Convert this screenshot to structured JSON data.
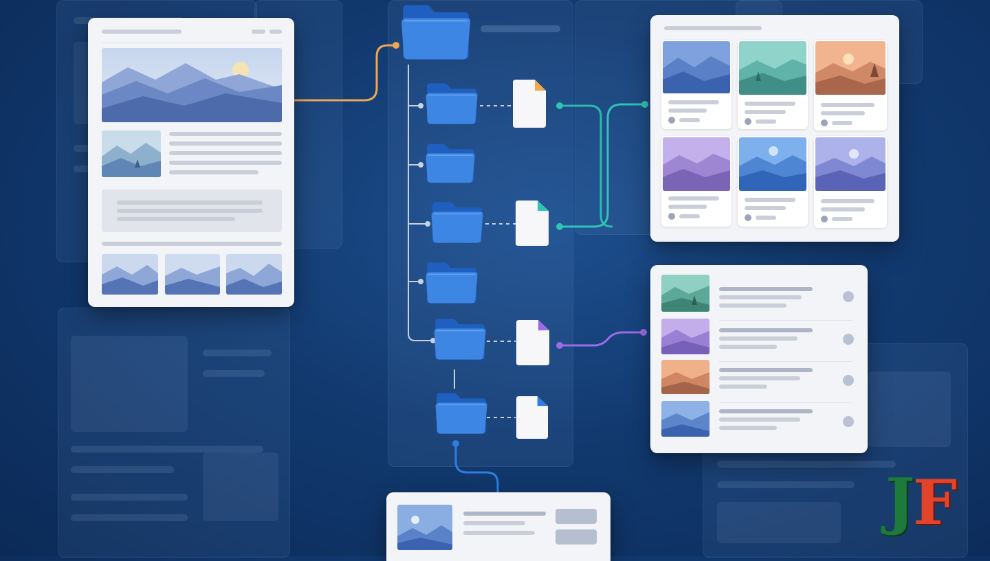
{
  "logo": {
    "letter_1": "J",
    "letter_2": "F",
    "color_1": "#1e7a3a",
    "color_2": "#e2432a"
  },
  "colors": {
    "background": "#123a70",
    "connector_orange": "#f0a850",
    "connector_teal": "#2ec4b6",
    "connector_purple": "#9b6bea",
    "connector_blue": "#2f7de1",
    "folder": "#3b82e0",
    "card": "#f3f4f7"
  },
  "diagram": {
    "root_folder": {
      "icon": "folder-icon"
    },
    "tree": [
      {
        "type": "folder",
        "icon": "folder-icon",
        "file": {
          "icon": "file-icon",
          "accent": "orange"
        },
        "links_to": "gallery-panel"
      },
      {
        "type": "folder",
        "icon": "folder-icon"
      },
      {
        "type": "folder",
        "icon": "folder-icon",
        "file": {
          "icon": "file-icon",
          "accent": "teal"
        },
        "links_to": "gallery-panel"
      },
      {
        "type": "folder",
        "icon": "folder-icon"
      },
      {
        "type": "folder",
        "icon": "folder-icon",
        "file": {
          "icon": "file-icon",
          "accent": "purple"
        },
        "links_to": "list-panel"
      },
      {
        "type": "folder",
        "icon": "folder-icon",
        "file": {
          "icon": "file-icon",
          "accent": "blue"
        },
        "links_to": "bottom-card"
      }
    ],
    "gallery_panel": {
      "tiles": [
        {
          "image": "blue-mountains"
        },
        {
          "image": "teal-hills-trees"
        },
        {
          "image": "orange-sunset-tree"
        },
        {
          "image": "purple-mountains"
        },
        {
          "image": "blue-sunrise"
        },
        {
          "image": "lavender-mountains"
        }
      ]
    },
    "list_panel": {
      "rows": [
        {
          "image": "teal-tree"
        },
        {
          "image": "purple-mountains"
        },
        {
          "image": "orange-dunes"
        },
        {
          "image": "blue-mountains"
        }
      ]
    },
    "page_card": {
      "hero": "mountain-sun",
      "strip": [
        "mountains-1",
        "mountains-2",
        "mountains-3"
      ]
    }
  }
}
